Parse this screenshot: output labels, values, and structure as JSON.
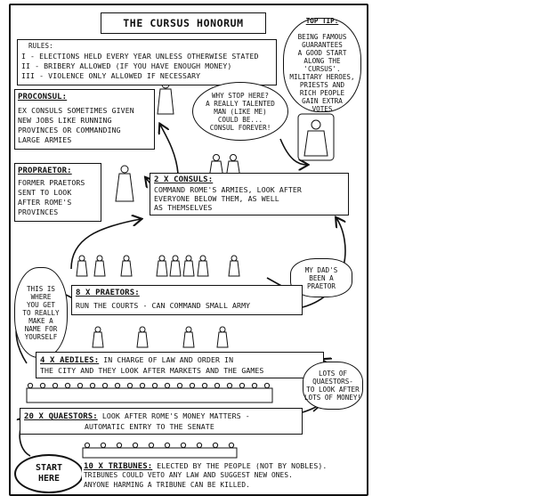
{
  "title": "THE CURSUS HONORUM",
  "rules": {
    "heading": "RULES:",
    "items": [
      "I - ELECTIONS HELD EVERY YEAR UNLESS OTHERWISE STATED",
      "II - BRIBERY ALLOWED (IF YOU HAVE ENOUGH MONEY)",
      "III - VIOLENCE ONLY ALLOWED IF NECESSARY"
    ]
  },
  "top_tip": {
    "heading": "TOP TIP:",
    "text": "BEING FAMOUS\nGUARANTEES\nA GOOD START\nALONG THE\n'CURSUS'.\nMILITARY HEROES,\nPRIESTS AND\nRICH PEOPLE\nGAIN EXTRA\nVOTES"
  },
  "proconsul": {
    "heading": "PROCONSUL:",
    "lines": [
      "EX CONSULS SOMETIMES GIVEN",
      "NEW JOBS LIKE RUNNING",
      "PROVINCES OR COMMANDING",
      "LARGE ARMIES"
    ]
  },
  "consul_bubble": "WHY STOP HERE?\nA REALLY TALENTED\nMAN (LIKE ME)\nCOULD BE...\nCONSUL FOREVER!",
  "propraetor": {
    "heading": "PROPRAETOR:",
    "lines": [
      "FORMER PRAETORS",
      "SENT TO LOOK",
      "AFTER ROME'S",
      "PROVINCES"
    ]
  },
  "consuls": {
    "heading": "2 x CONSULS:",
    "lines": [
      "COMMAND ROME'S ARMIES, LOOK AFTER",
      "EVERYONE BELOW THEM, AS WELL",
      "AS THEMSELVES"
    ]
  },
  "dad_bubble": "MY DAD'S\nBEEN A\nPRAETOR",
  "name_bubble": "THIS IS\nWHERE\nYOU GET\nTO REALLY\nMAKE A\nNAME FOR\nYOURSELF",
  "praetors": {
    "heading": "8 x PRAETORS:",
    "text": "RUN THE COURTS - CAN COMMAND SMALL ARMY"
  },
  "aediles": {
    "heading": "4 x AEDILES:",
    "lines": [
      "IN CHARGE OF LAW AND ORDER IN",
      "THE CITY AND THEY LOOK AFTER MARKETS AND THE GAMES"
    ]
  },
  "quaestor_bubble": "LOTS OF\nQUAESTORS-\nTO LOOK AFTER\nLOTS OF MONEY!",
  "quaestors": {
    "heading": "20 x QUAESTORS:",
    "lines": [
      "LOOK AFTER ROME'S MONEY MATTERS -",
      "AUTOMATIC ENTRY TO THE SENATE"
    ]
  },
  "start_bubble": "START\nHERE",
  "tribunes": {
    "heading": "10 x TRIBUNES:",
    "lines": [
      "ELECTED BY THE PEOPLE (NOT BY NOBLES).",
      "TRIBUNES COULD VETO ANY LAW AND SUGGEST NEW ONES.",
      "ANYONE HARMING A TRIBUNE CAN BE KILLED."
    ]
  }
}
